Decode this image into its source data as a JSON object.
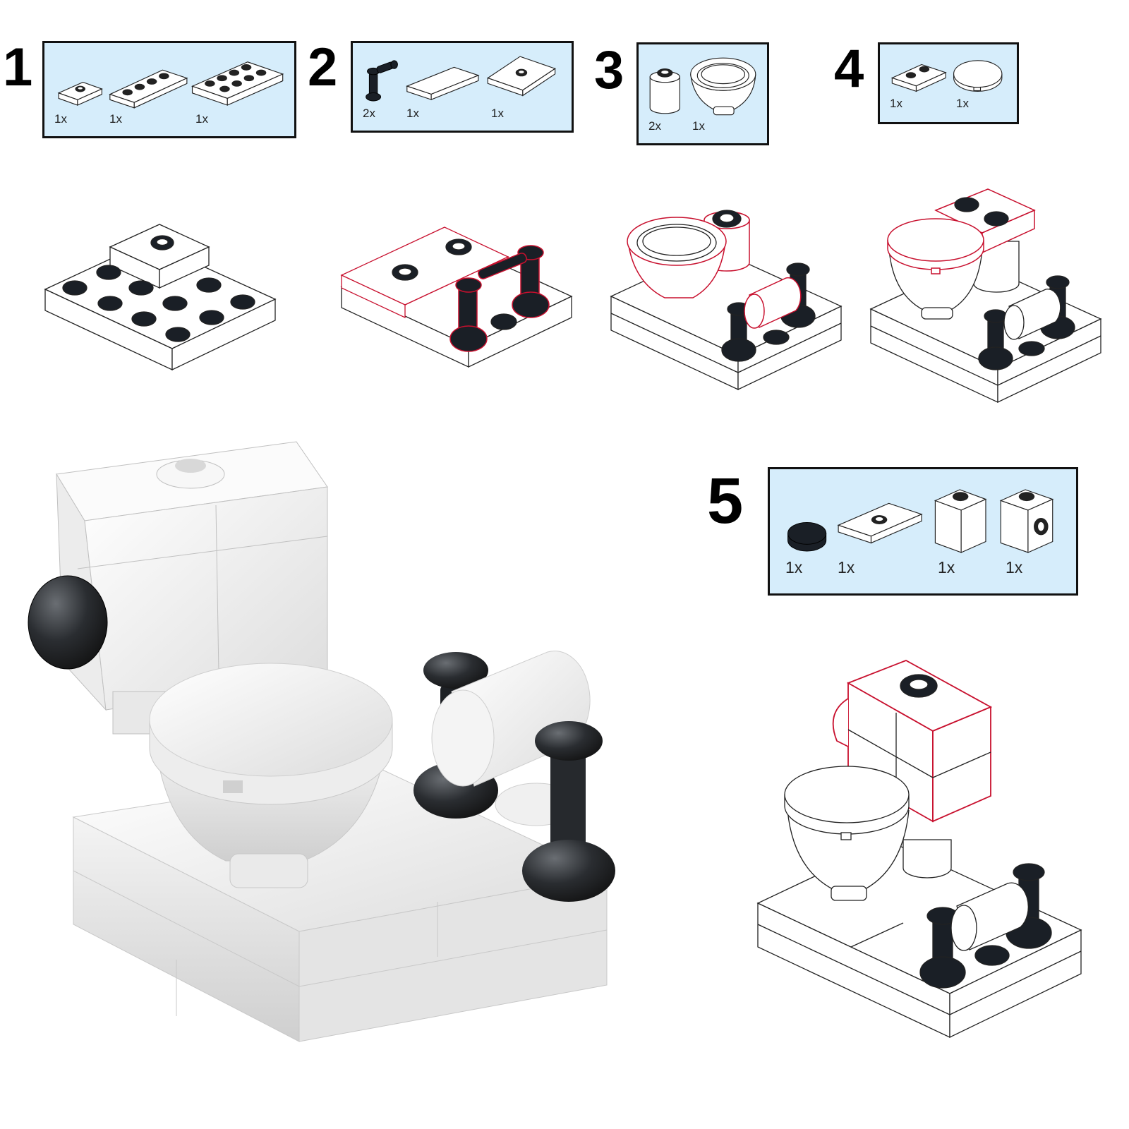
{
  "steps": [
    {
      "number": "1",
      "parts": [
        {
          "name": "plate-1x2-jumper",
          "qty": "1x"
        },
        {
          "name": "plate-1x4",
          "qty": "1x"
        },
        {
          "name": "plate-2x4",
          "qty": "1x"
        }
      ]
    },
    {
      "number": "2",
      "parts": [
        {
          "name": "bar-holder-with-clip",
          "qty": "2x"
        },
        {
          "name": "tile-1x4",
          "qty": "1x"
        },
        {
          "name": "plate-2x2-jumper",
          "qty": "1x"
        }
      ]
    },
    {
      "number": "3",
      "parts": [
        {
          "name": "round-brick-1x1",
          "qty": "2x"
        },
        {
          "name": "bowl-dish",
          "qty": "1x"
        }
      ]
    },
    {
      "number": "4",
      "parts": [
        {
          "name": "plate-1x2",
          "qty": "1x"
        },
        {
          "name": "round-tile-2x2",
          "qty": "1x"
        }
      ]
    },
    {
      "number": "5",
      "parts": [
        {
          "name": "round-tile-1x1-black",
          "qty": "1x"
        },
        {
          "name": "plate-1x2-jumper",
          "qty": "1x"
        },
        {
          "name": "brick-1x1",
          "qty": "1x"
        },
        {
          "name": "brick-1x1-with-stud-on-side",
          "qty": "1x"
        }
      ]
    }
  ],
  "colors": {
    "parts_box_bg": "#d6edfb",
    "new_part_outline": "#c8102e",
    "black_part": "#1a1f26",
    "white_part": "#ffffff"
  }
}
